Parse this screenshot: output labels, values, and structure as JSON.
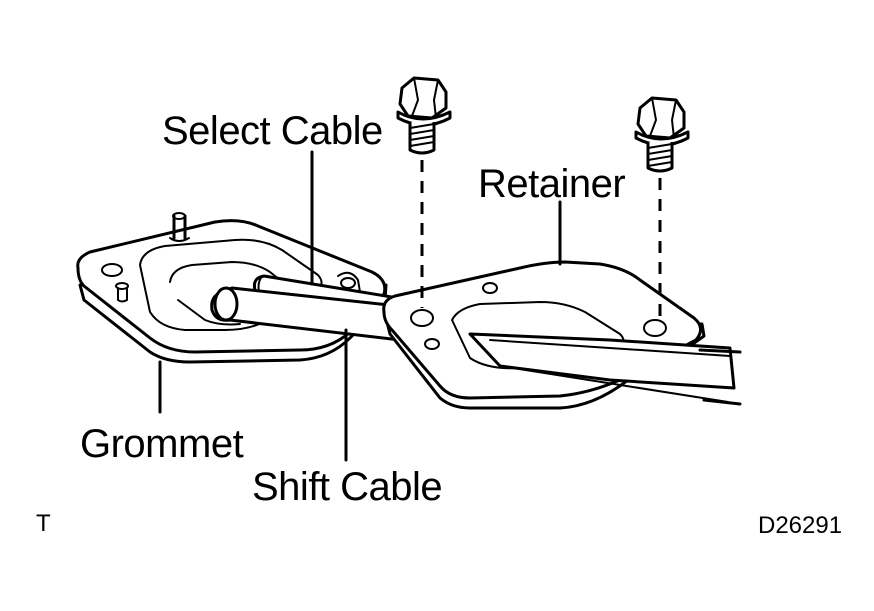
{
  "labels": {
    "select_cable": "Select Cable",
    "retainer": "Retainer",
    "grommet": "Grommet",
    "shift_cable": "Shift Cable",
    "corner_mark": "T",
    "figure_code": "D26291"
  },
  "colors": {
    "ink": "#000000",
    "paper": "#ffffff"
  }
}
